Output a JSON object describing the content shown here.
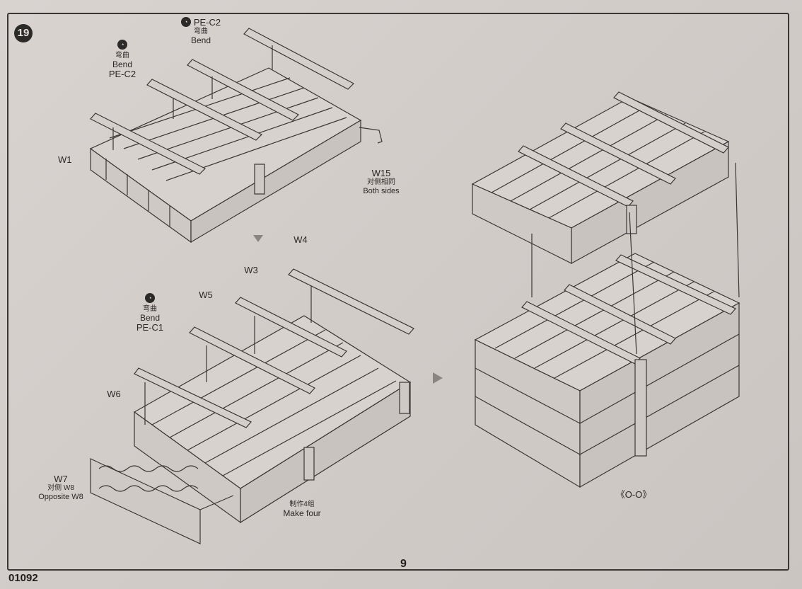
{
  "step_number": "19",
  "top_left": {
    "bend_left": {
      "zh": "弯曲",
      "en": "Bend",
      "part": "PE-C2"
    },
    "bend_right": {
      "part": "PE-C2",
      "zh": "弯曲",
      "en": "Bend"
    },
    "w1": "W1",
    "w15": {
      "part": "W15",
      "zh": "对侧相同",
      "en": "Both sides"
    }
  },
  "bottom_left": {
    "w4": "W4",
    "w3": "W3",
    "w5": "W5",
    "bend": {
      "zh": "弯曲",
      "en": "Bend",
      "part": "PE-C1"
    },
    "w6": "W6",
    "w7": {
      "part": "W7",
      "zh": "对侧 W8",
      "en": "Opposite W8"
    },
    "make_four": {
      "zh": "制作4组",
      "en": "Make four"
    }
  },
  "right_view_label": "《O-O》",
  "page_number": "9",
  "kit_code": "01092",
  "colors": {
    "paper": "#d6d0cd",
    "ink": "#2b2828",
    "border": "#3a3636"
  }
}
